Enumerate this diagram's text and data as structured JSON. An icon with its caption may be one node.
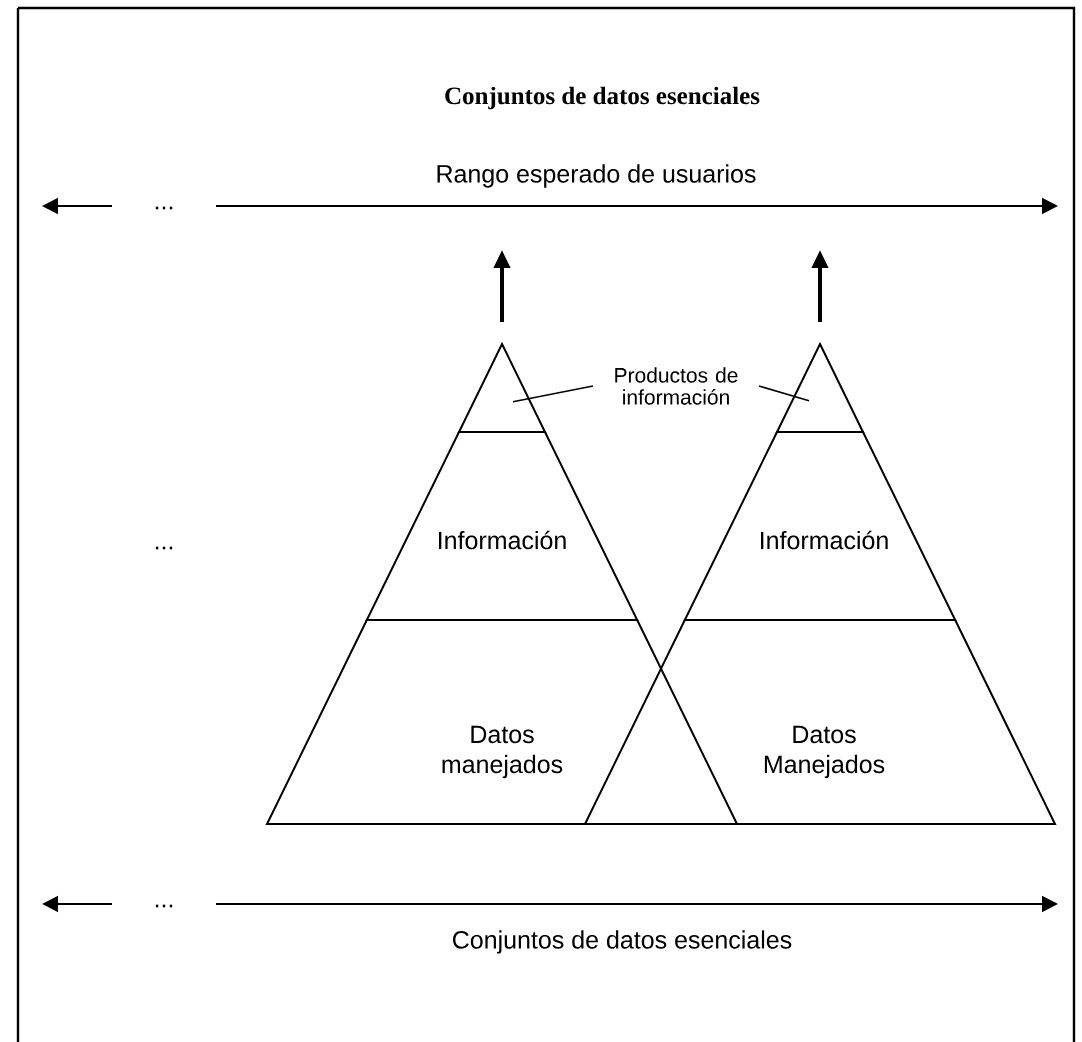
{
  "diagram": {
    "title": "Conjuntos de datos    esenciales",
    "nodes": [
      {
        "text": [
          "Productos de información"
        ]
      },
      {
        "text": [],
        "shape": "triangle"
      },
      {
        "text": [],
        "shape": "triangle"
      },
      {
        "text": [
          "Información"
        ]
      },
      {
        "text": [
          "Información"
        ]
      },
      {
        "text": [
          "Datos manejados"
        ]
      },
      {
        "text": [
          "Datos Manejados"
        ]
      }
    ],
    "edges": [
      {
        "from": 0,
        "to": 1,
        "arrow": "none"
      },
      {
        "from": 0,
        "to": 2,
        "arrow": "none"
      }
    ],
    "labels": [
      "Rango esperado de usuarios",
      "...",
      "...",
      "...",
      "Conjuntos de datos esenciales"
    ]
  }
}
